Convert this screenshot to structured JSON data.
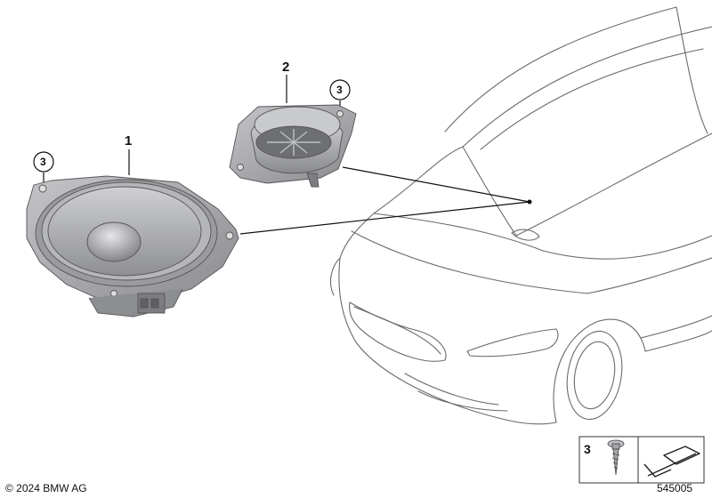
{
  "callouts": {
    "woofer": "1",
    "tweeter": "2",
    "screw_left": "3",
    "screw_right": "3"
  },
  "legend": {
    "screw_number": "3"
  },
  "footer": {
    "copyright": "© 2024 BMW AG",
    "diagram_number": "545005"
  },
  "colors": {
    "part_gray": "#a8a8ab",
    "outline": "#555555",
    "leader": "#111111"
  }
}
